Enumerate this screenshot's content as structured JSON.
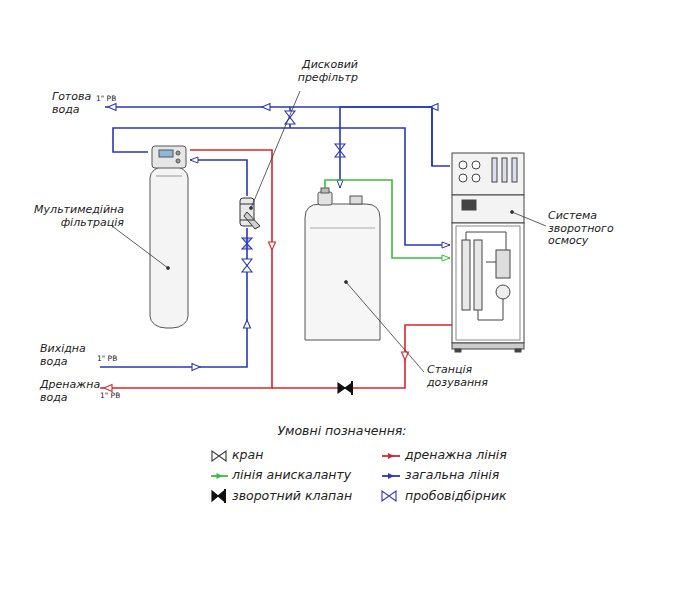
{
  "diagram": {
    "nodes": [
      {
        "text": [
          "Дисковий префільтр"
        ]
      },
      {
        "text": [
          "Мультимедійна фільтрація"
        ]
      },
      {
        "text": [
          "Система зворотного осмосу"
        ]
      },
      {
        "text": [
          "Станція дозування"
        ]
      }
    ],
    "edges": [
      {
        "from": 0,
        "to": 1,
        "arrow": "to"
      },
      {
        "from": 1,
        "to": 2,
        "arrow": "to"
      },
      {
        "from": 2,
        "to": 3,
        "arrow": "to"
      },
      {
        "from": 3,
        "to": 2,
        "arrow": "to"
      }
    ],
    "labels": [
      "Готова вода",
      "1\" РВ",
      "Вихідна вода",
      "1\" РВ",
      "Дренажна вода",
      "1\" РВ",
      "Умовні позначення:"
    ],
    "legend": [
      {
        "text": "кран"
      },
      {
        "text": "дренажна лінія",
        "color": "#d7262b"
      },
      {
        "text": "лінія анискаланту",
        "color": "#3dbb3d"
      },
      {
        "text": "загальна лінія",
        "color": "#2a37b8"
      },
      {
        "text": "зворотний клапан"
      },
      {
        "text": "пробовідбірник"
      }
    ]
  }
}
